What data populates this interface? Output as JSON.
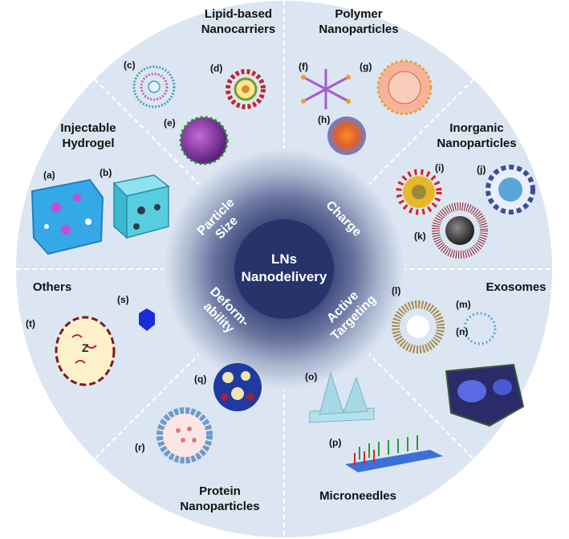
{
  "center": {
    "line1": "LNs",
    "line2": "Nanodelivery"
  },
  "ring_labels": {
    "particle_size": [
      "Particle",
      "Size"
    ],
    "charge": "Charge",
    "deformability": [
      "Deform-",
      "ability"
    ],
    "active_targeting": [
      "Active",
      "Targeting"
    ]
  },
  "sectors": {
    "lipid": [
      "Lipid-based",
      "Nanocarriers"
    ],
    "polymer": [
      "Polymer",
      "Nanoparticles"
    ],
    "hydrogel": [
      "Injectable",
      "Hydrogel"
    ],
    "inorganic": [
      "Inorganic",
      "Nanoparticles"
    ],
    "others": "Others",
    "exosomes": "Exosomes",
    "protein": [
      "Protein",
      "Nanoparticles"
    ],
    "microneedles": "Microneedles"
  },
  "panels": {
    "a": "(a)",
    "b": "(b)",
    "c": "(c)",
    "d": "(d)",
    "e": "(e)",
    "f": "(f)",
    "g": "(g)",
    "h": "(h)",
    "i": "(i)",
    "j": "(j)",
    "k": "(k)",
    "l": "(l)",
    "m": "(m)",
    "n": "(n)",
    "o": "(o)",
    "p": "(p)",
    "q": "(q)",
    "r": "(r)",
    "s": "(s)",
    "t": "(t)"
  },
  "colors": {
    "sector_fill": "#dce6f2",
    "divider": "#ffffff",
    "hub_inner": "#27346b",
    "hub_outer": "#dce6f2"
  }
}
